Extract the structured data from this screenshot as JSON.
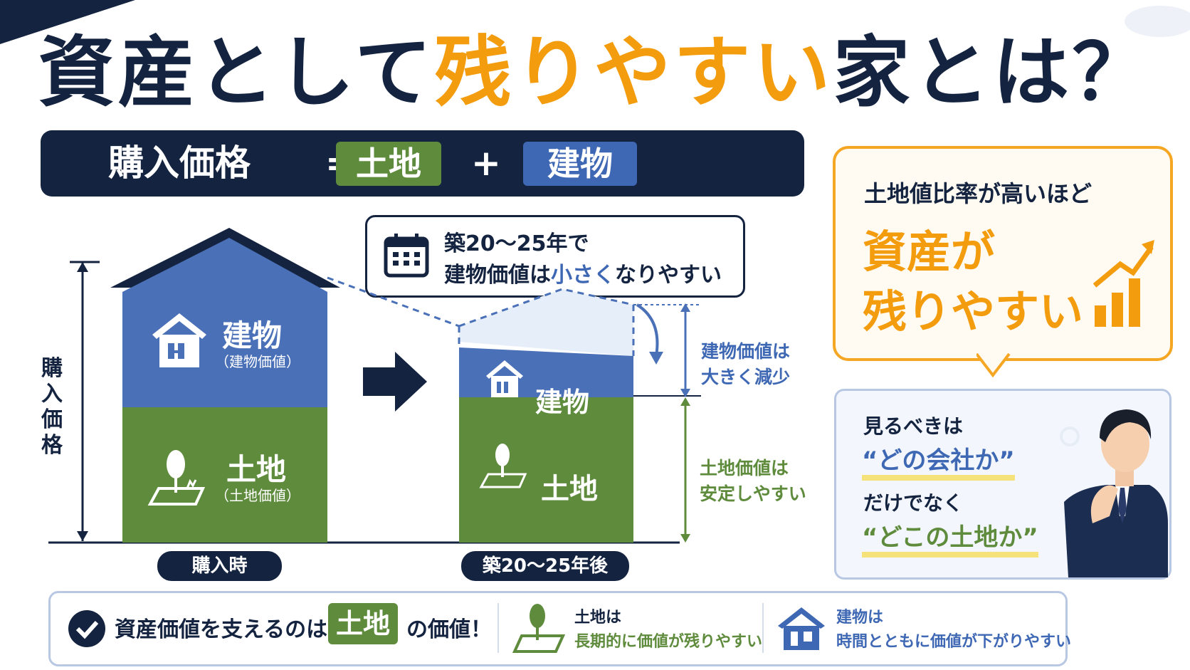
{
  "title": {
    "part1": "資産として",
    "part2": "残りやすい",
    "part3": "家とは？"
  },
  "formula": {
    "price": "購入価格",
    "equals": "=",
    "land": "土地",
    "plus": "+",
    "building": "建物"
  },
  "callout": {
    "line1": "築20〜25年で",
    "line2_pre": "建物価値は",
    "line2_hl": "小さく",
    "line2_post": "なりやすい"
  },
  "diagram": {
    "vertical_label": "購入価格",
    "before": {
      "building": "建物",
      "building_sub": "（建物価値）",
      "land": "土地",
      "land_sub": "（土地価値）",
      "caption": "購入時"
    },
    "after": {
      "building": "建物",
      "land": "土地",
      "caption": "築20〜25年後"
    },
    "note_building": [
      "建物価値は",
      "大きく減少"
    ],
    "note_land": [
      "土地価値は",
      "安定しやすい"
    ]
  },
  "speech": {
    "line1": "土地値比率が高いほど",
    "line2": "資産が",
    "line3": "残りやすい"
  },
  "advice": {
    "line1": "見るべきは",
    "line2": "“どの会社か”",
    "line3": "だけでなく",
    "line4": "“どこの土地か”"
  },
  "footer": {
    "pre": "資産価値を支えるのは",
    "chip": "土地",
    "post": "の価値！",
    "land_title": "土地は",
    "land_desc": "長期的に価値が残りやすい",
    "building_title": "建物は",
    "building_desc": "時間とともに価値が下がりやすい"
  },
  "colors": {
    "navy": "#14233f",
    "orange": "#f39c0d",
    "blue": "#3f68b4",
    "green": "#5f8b3d"
  }
}
